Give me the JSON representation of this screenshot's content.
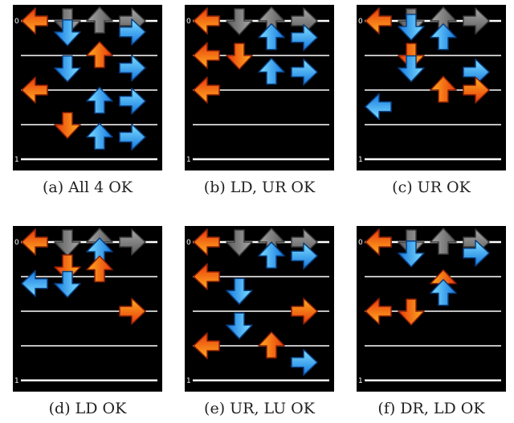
{
  "colors": {
    "background": "#000000",
    "guide_line": "#ffffff",
    "receptor": "#7a7a7a",
    "quarter_note": "#ff5a1f",
    "eighth_note": "#2aa9ff"
  },
  "tick_labels": {
    "top": "0",
    "bottom": "1"
  },
  "lane_directions": [
    "left",
    "down",
    "up",
    "right"
  ],
  "panels": [
    {
      "caption": "(a) All 4 OK",
      "notes": [
        {
          "lane": 0,
          "beat": 0,
          "color": "orange"
        },
        {
          "lane": 1,
          "beat": 0.08,
          "color": "blue"
        },
        {
          "lane": 3,
          "beat": 0.08,
          "color": "blue"
        },
        {
          "lane": 2,
          "beat": 0.25,
          "color": "orange"
        },
        {
          "lane": 1,
          "beat": 0.34,
          "color": "blue"
        },
        {
          "lane": 3,
          "beat": 0.34,
          "color": "blue"
        },
        {
          "lane": 0,
          "beat": 0.5,
          "color": "orange"
        },
        {
          "lane": 2,
          "beat": 0.58,
          "color": "blue"
        },
        {
          "lane": 3,
          "beat": 0.58,
          "color": "blue"
        },
        {
          "lane": 1,
          "beat": 0.75,
          "color": "orange"
        },
        {
          "lane": 2,
          "beat": 0.84,
          "color": "blue"
        },
        {
          "lane": 3,
          "beat": 0.84,
          "color": "blue"
        }
      ]
    },
    {
      "caption": "(b) LD, UR OK",
      "notes": [
        {
          "lane": 0,
          "beat": 0,
          "color": "orange"
        },
        {
          "lane": 2,
          "beat": 0.12,
          "color": "blue"
        },
        {
          "lane": 3,
          "beat": 0.12,
          "color": "blue"
        },
        {
          "lane": 0,
          "beat": 0.25,
          "color": "orange"
        },
        {
          "lane": 1,
          "beat": 0.25,
          "color": "orange"
        },
        {
          "lane": 2,
          "beat": 0.37,
          "color": "blue"
        },
        {
          "lane": 3,
          "beat": 0.37,
          "color": "blue"
        },
        {
          "lane": 0,
          "beat": 0.5,
          "color": "orange"
        }
      ]
    },
    {
      "caption": "(c) UR OK",
      "notes": [
        {
          "lane": 0,
          "beat": 0,
          "color": "orange"
        },
        {
          "lane": 1,
          "beat": 0.04,
          "color": "blue"
        },
        {
          "lane": 2,
          "beat": 0.12,
          "color": "blue"
        },
        {
          "lane": 1,
          "beat": 0.25,
          "color": "orange"
        },
        {
          "lane": 1,
          "beat": 0.34,
          "color": "blue"
        },
        {
          "lane": 3,
          "beat": 0.37,
          "color": "blue"
        },
        {
          "lane": 2,
          "beat": 0.5,
          "color": "orange"
        },
        {
          "lane": 3,
          "beat": 0.5,
          "color": "orange"
        },
        {
          "lane": 0,
          "beat": 0.62,
          "color": "blue"
        }
      ]
    },
    {
      "caption": "(d) LD OK",
      "notes": [
        {
          "lane": 0,
          "beat": 0,
          "color": "orange"
        },
        {
          "lane": 2,
          "beat": 0.07,
          "color": "blue"
        },
        {
          "lane": 1,
          "beat": 0.18,
          "color": "orange"
        },
        {
          "lane": 2,
          "beat": 0.2,
          "color": "orange"
        },
        {
          "lane": 0,
          "beat": 0.3,
          "color": "blue"
        },
        {
          "lane": 1,
          "beat": 0.3,
          "color": "blue"
        },
        {
          "lane": 3,
          "beat": 0.5,
          "color": "orange"
        }
      ]
    },
    {
      "caption": "(e) UR, LU OK",
      "notes": [
        {
          "lane": 0,
          "beat": 0,
          "color": "orange"
        },
        {
          "lane": 2,
          "beat": 0.1,
          "color": "blue"
        },
        {
          "lane": 3,
          "beat": 0.1,
          "color": "blue"
        },
        {
          "lane": 0,
          "beat": 0.25,
          "color": "orange"
        },
        {
          "lane": 1,
          "beat": 0.35,
          "color": "blue"
        },
        {
          "lane": 3,
          "beat": 0.5,
          "color": "orange"
        },
        {
          "lane": 1,
          "beat": 0.6,
          "color": "blue"
        },
        {
          "lane": 0,
          "beat": 0.75,
          "color": "orange"
        },
        {
          "lane": 2,
          "beat": 0.75,
          "color": "orange"
        },
        {
          "lane": 3,
          "beat": 0.87,
          "color": "blue"
        }
      ]
    },
    {
      "caption": "(f) DR, LD OK",
      "notes": [
        {
          "lane": 0,
          "beat": 0,
          "color": "orange"
        },
        {
          "lane": 1,
          "beat": 0.08,
          "color": "blue"
        },
        {
          "lane": 3,
          "beat": 0.08,
          "color": "blue"
        },
        {
          "lane": 2,
          "beat": 0.3,
          "color": "orange"
        },
        {
          "lane": 2,
          "beat": 0.37,
          "color": "blue"
        },
        {
          "lane": 0,
          "beat": 0.5,
          "color": "orange"
        },
        {
          "lane": 1,
          "beat": 0.5,
          "color": "orange"
        }
      ]
    }
  ]
}
